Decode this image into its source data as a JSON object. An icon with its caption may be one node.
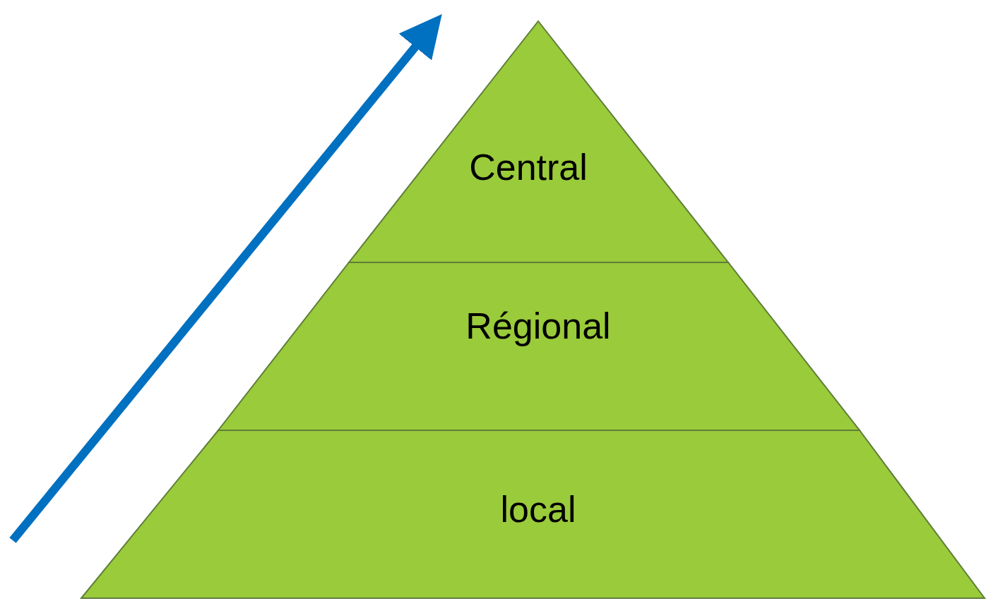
{
  "diagram": {
    "nodes": [
      {
        "text": [
          "Central"
        ]
      },
      {
        "text": [
          "Régional"
        ]
      },
      {
        "text": [
          "local"
        ]
      }
    ]
  }
}
